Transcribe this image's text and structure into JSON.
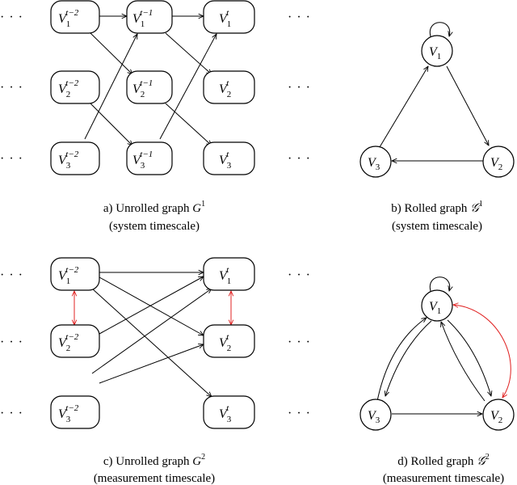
{
  "variable_letter": "V",
  "ellipsis": "· · ·",
  "rolled_var_labels": [
    "1",
    "2",
    "3"
  ],
  "panels": {
    "a": {
      "prefix": "a) Unrolled graph ",
      "symbol": "G",
      "sup": "1",
      "sub": "(system timescale)",
      "columns": [
        "t−2",
        "t−1",
        "t"
      ]
    },
    "b": {
      "prefix": "b) Rolled graph ",
      "symbol": "𝒢",
      "sup": "1",
      "sub": "(system timescale)"
    },
    "c": {
      "prefix": "c) Unrolled graph ",
      "symbol": "G",
      "sup": "2",
      "sub": "(measurement timescale)",
      "columns": [
        "t−2",
        "t"
      ]
    },
    "d": {
      "prefix": "d) Rolled graph ",
      "symbol": "𝒢",
      "sup": "2",
      "sub": "(measurement timescale)"
    }
  },
  "colors": {
    "edge": "#000000",
    "bidirected_edge": "#e02020"
  }
}
